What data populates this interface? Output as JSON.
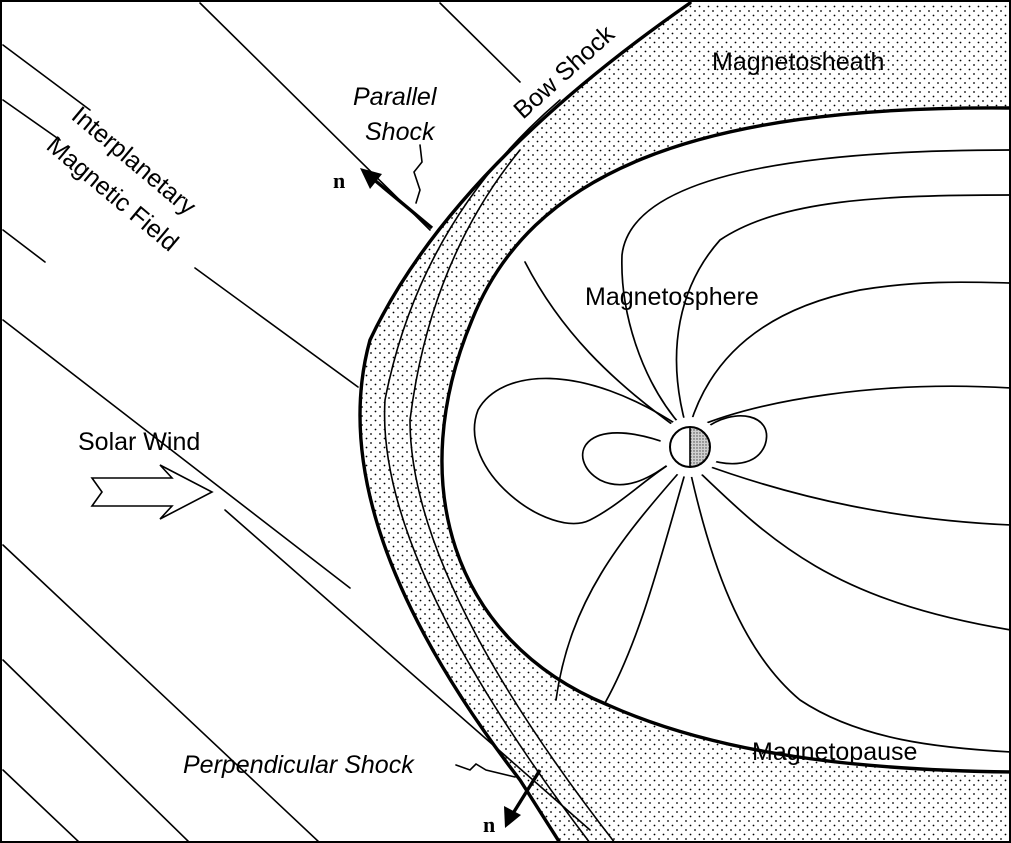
{
  "labels": {
    "magnetosheath": "Magnetosheath",
    "bow_shock": "Bow Shock",
    "parallel_shock_line1": "Parallel",
    "parallel_shock_line2": "Shock",
    "imf_line1": "Interplanetary",
    "imf_line2": "Magnetic Field",
    "magnetosphere": "Magnetosphere",
    "solar_wind": "Solar Wind",
    "perpendicular_shock": "Perpendicular Shock",
    "magnetopause": "Magnetopause",
    "normal_top": "n",
    "normal_bottom": "n"
  },
  "colors": {
    "ink": "#000000",
    "background": "#ffffff",
    "earth_night": "#bdbdbd"
  },
  "icons": {
    "solar_wind_arrow": "hollow-right-arrow-icon",
    "normal_arrows": "arrow-icon",
    "earth": "half-shaded-circle-icon"
  }
}
